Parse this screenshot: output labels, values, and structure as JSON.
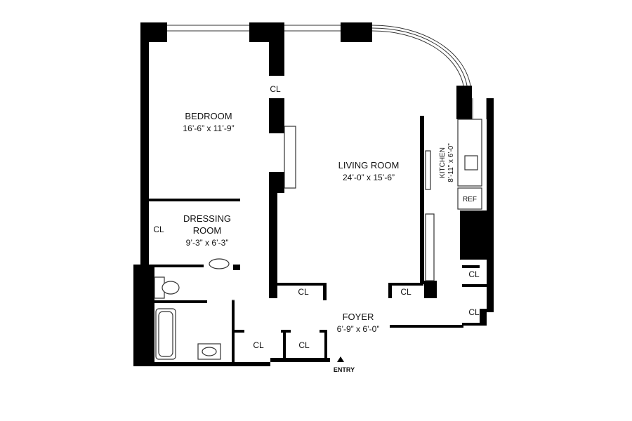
{
  "colors": {
    "wall": "#000000",
    "background": "#ffffff",
    "text": "#111111",
    "line": "#333333"
  },
  "rooms": {
    "bedroom": {
      "name": "BEDROOM",
      "dims": "16’-6” x 11’-9”"
    },
    "living": {
      "name": "LIVING ROOM",
      "dims": "24’-0” x 15’-6”"
    },
    "dressing": {
      "name_line1": "DRESSING",
      "name_line2": "ROOM",
      "dims": "9’-3” x 6’-3”"
    },
    "kitchen": {
      "name": "KITCHEN",
      "dims": "8’-11” x 6’-0”"
    },
    "foyer": {
      "name": "FOYER",
      "dims": "6’-9” x 6’-0”"
    }
  },
  "closets": {
    "bedroom": "CL",
    "dressing": "CL",
    "living_left": "CL",
    "living_right": "CL",
    "bath_hall": "CL",
    "foyer": "CL",
    "kitchen_upper": "CL",
    "kitchen_lower": "CL"
  },
  "fixtures": {
    "refrigerator": "REF"
  },
  "entry_label": "ENTRY"
}
